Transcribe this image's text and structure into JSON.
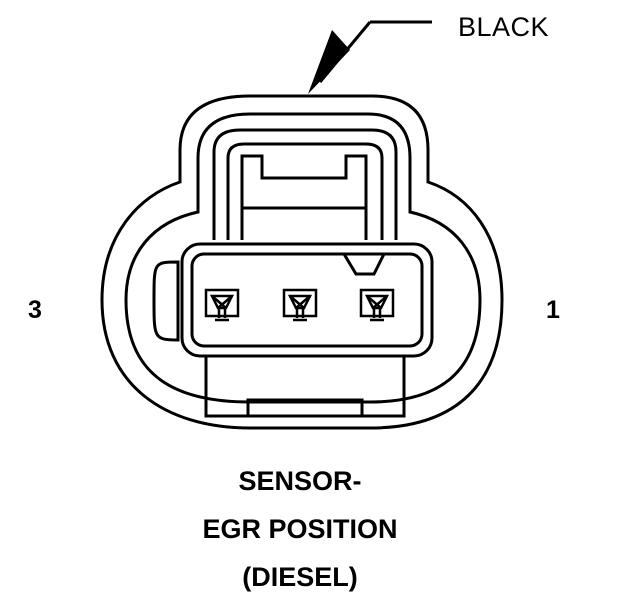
{
  "connector": {
    "color_label": "BLACK",
    "pin_left_label": "3",
    "pin_right_label": "1",
    "caption": [
      "SENSOR-",
      "EGR POSITION",
      "(DIESEL)"
    ],
    "cavity_count": 3
  },
  "colors": {
    "line": "#000000",
    "background": "#ffffff"
  }
}
